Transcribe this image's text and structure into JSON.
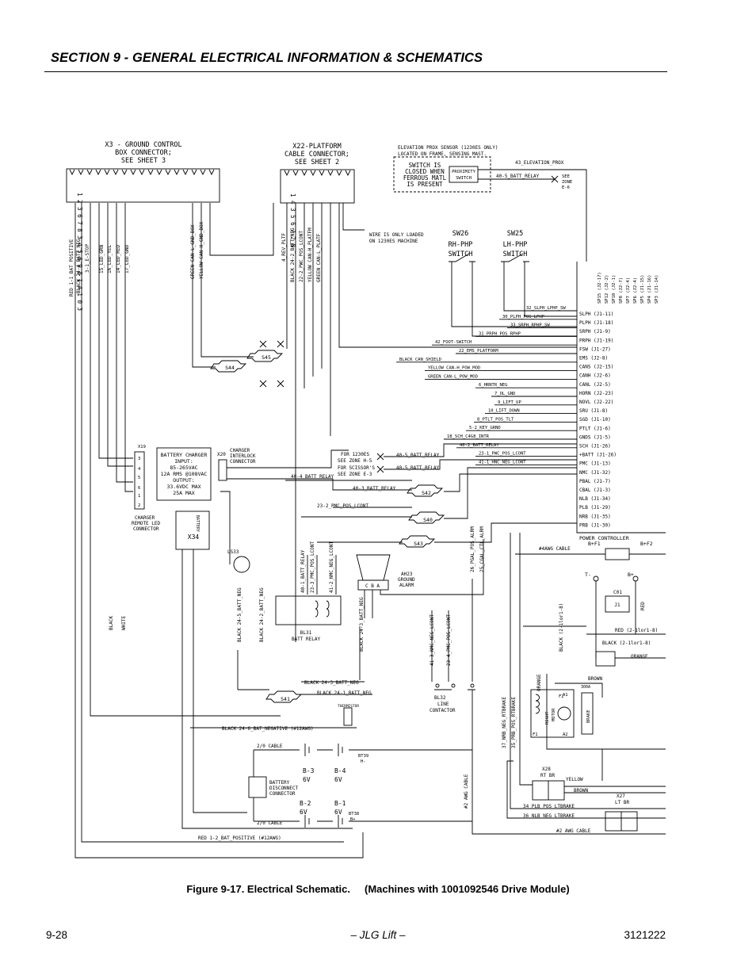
{
  "section_title": "SECTION 9 - GENERAL ELECTRICAL INFORMATION & SCHEMATICS",
  "caption": {
    "figure": "Figure 9-17.  Electrical Schematic.",
    "subtitle": "(Machines with 1001092546 Drive Module)"
  },
  "footer": {
    "page_number": "9-28",
    "publisher": "– JLG Lift –",
    "doc_number": "3121222"
  },
  "diagram": {
    "x3": [
      "X3 - GROUND CONTROL",
      "BOX CONNECTOR;",
      "SEE SHEET 3"
    ],
    "x3_pins": "1 2 3 6 7 8 3 4 5 6 9 8 1 4 1 0 3",
    "x22": [
      "X22-PLATFORM",
      "CABLE CONNECTOR;",
      "SEE SHEET 2"
    ],
    "x22_pins": "1 4 3 5 6 7 2 8",
    "prox_box": [
      "ELEVATION PROX SENSOR (1230ES ONLY)",
      "LOCATED ON FRAME, SENSING MAST."
    ],
    "prox_switch": [
      "SWITCH IS",
      "CLOSED WHEN",
      "FERROUS MATL",
      "IS PRESENT"
    ],
    "prox_label": [
      "PROXIMITY",
      "SWITCH"
    ],
    "prox_wires": [
      "43_ELEVATION_PROX",
      "40-5_BATT_RELAY"
    ],
    "see_zone": [
      "SEE",
      "ZONE",
      "E-6"
    ],
    "wire_note": [
      "WIRE IS ONLY LOADED",
      "ON 1230ES MACHINE"
    ],
    "sw26": [
      "SW26",
      "RH-PHP",
      "SWITCH"
    ],
    "sw25": [
      "SW25",
      "LH-PHP",
      "SWITCH"
    ],
    "x3_wires": [
      "RED 1-1_BAT_POSITIVE",
      "BLACK 24-4_BATT_NEG",
      "3-1_E-STOP",
      "15_LED_GRN",
      "16_LED_YEL",
      "14_LED_RED",
      "17_LED_GND",
      "GREEN CAN-L_GND_BOX",
      "YELLOW CAN-H_GND_BOX"
    ],
    "x22_wires": [
      "4_REV_PLTF",
      "BLACK 24-2_BATT_NEG",
      "22-2_PWC_POS_LCONT",
      "YELLOW CAN-H_PLATFM",
      "GREEN CAN-L_PLATF"
    ],
    "bus_wires": [
      "32_SLPH_LPHP_SW",
      "30_PLPH_POS_LPHP",
      "33_SRPH_RPHP_SW",
      "31_PRPH_POS_RPHP",
      "42_FOOT-SWITCH",
      "22_EMS_PLATFORM",
      "BLACK CAN_SHIELD",
      "YELLOW CAN-H_POW_MOD",
      "GREEN CAN-L_POW_MOD",
      "6_HRNTR_NEG",
      "7_OL_GND",
      "9_LIFT_UP",
      "10_LIFT_DOWN",
      "8_PTLT_POS_TLT",
      "5-2_KEY_GRND",
      "18_SCH_C4G8_INTR",
      "40-2_BATT_RELAY",
      "23-1_PWC_POS_LCONT",
      "41-1_HNC_NEG_LCONT"
    ],
    "terminals": [
      "SLPH (J1-11)",
      "PLPH (J1-18)",
      "SRPH (J1-9)",
      "PRPH (J1-19)",
      "FSW (J1-27)",
      "EMS (J2-8)",
      "CANS (J2-15)",
      "CANH (J2-6)",
      "CANL (J2-5)",
      "HORN (J2-23)",
      "NOVL (J2-22)",
      "SRU (J1-8)",
      "SGD (J1-10)",
      "PTLT (J1-6)",
      "GNDS (J1-5)",
      "SCH (J1-26)",
      "+BATT (J1-26)",
      "PMC (J1-13)",
      "NMC (J1-32)",
      "PBAL (J1-7)",
      "CBAL (J1-3)",
      "NLB (J1-34)",
      "PLB (J1-29)",
      "NRB (J1-35)",
      "PRB (J1-30)"
    ],
    "spare": [
      "SP15 (J2-17)",
      "SP12 (J2-2)",
      "SP10 (J2-1)",
      "SP8 (J2-7)",
      "SP7 (J2-4)",
      "SP6 (J2-4)",
      "SP5 (J1-15)",
      "SP4 (J1-16)",
      "SP3 (J1-14)"
    ],
    "power_controller": "POWER CONTROLLER",
    "charger": [
      "BATTERY CHARGER",
      "INPUT:",
      "85-265VAC",
      "12A RMS @108VAC",
      "OUTPUT:",
      "33.6VDC MAX",
      "25A MAX"
    ],
    "x19": "X19",
    "x20": [
      "X20",
      "CHARGER",
      "INTERLOCK",
      "CONNECTOR"
    ],
    "charger_led": [
      "CHARGER",
      "REMOTE LED",
      "CONNECTOR"
    ],
    "x34": "X34",
    "x34_note": [
      "BATTERY",
      "CHARGER"
    ],
    "zone_notes": [
      "FOR 1230ES",
      "SEE ZONE H-5",
      "FOR SCISSOR'S",
      "SEE ZONE E-3"
    ],
    "mid_wires": [
      "40-5_BATT_RELAY",
      "40-5_BATT_RELAY",
      "40-4_BATT_RELAY",
      "40-3_BATT_RELAY",
      "23-2_PMC_POS_LCONT"
    ],
    "splices": [
      "S44",
      "S45",
      "S42",
      "S40",
      "S43",
      "S41"
    ],
    "alarm": [
      "AH23",
      "GROUND",
      "ALARM"
    ],
    "ls33": "LS33",
    "relay": [
      "BL31",
      "BATT RELAY"
    ],
    "vert_mid": [
      "40-1_BATT_RELAY",
      "23-3_PMC_POS_LCONT",
      "41-2_NMC_NEG_LCONT",
      "BLACK 24-5_BATT_NEG",
      "BLACK 24-2_BATT_NEG",
      "BLACK 24-3_BATT_NEG",
      "26_PGAL_POS_ALRM",
      "25_CGAL_CTL_ALRM",
      "41-3_NMC_NEG_LCONT",
      "23-4_PMC_POS_LCONT",
      "BLACK",
      "WHITE"
    ],
    "lower_wires": [
      "BLACK 24-3_BATT_NEG",
      "BLACK 24-1_BATT_NEG",
      "BLACK 24-6_BAT_NEGATIVE (#12AWG)",
      "RED 1-2_BAT_POSITIVE (#12AWG)"
    ],
    "contactor": [
      "BL32",
      "LINE",
      "CONTACTOR"
    ],
    "batteries": [
      "B-3",
      "6V",
      "B-4",
      "6V",
      "B-2",
      "6V",
      "B-1",
      "6V"
    ],
    "battery_tags": [
      "2/0 CABLE",
      "2/0 CABLE",
      "BT39",
      "H-",
      "BT38",
      "B+"
    ],
    "disconnect": [
      "BATTERY",
      "DISCONNECT",
      "CONNECTOR"
    ],
    "tempsensor": "THERMISTOR",
    "motor": [
      "RIGHT",
      "F2",
      "MOTOR",
      "F1",
      "A1",
      "A2"
    ],
    "pc_labels": [
      "#4AWG CABLE",
      "B+F1",
      "B+F2",
      "T-",
      "B+",
      "C01",
      "J1",
      "RED",
      "RED (2-1lor1-8)",
      "BLACK (2-1lor1-8)",
      "ORANGE",
      "BROWN",
      "ORANGE",
      "BLACK (2-1lor1-8)",
      "300A",
      "BRAKE"
    ],
    "brake_wires": [
      "37_NRB_NEG_RTBRAKE",
      "35_PRB_POS_RTBRAKE",
      "YELLOW",
      "BROWN",
      "X28",
      "RT BR",
      "X27",
      "LT BR",
      "34_PLB_POS_LTBRAKE",
      "36_NLB_NEG_LTBRAKE",
      "#2 AWG CABLE",
      "#2 AWG CABLE"
    ]
  }
}
